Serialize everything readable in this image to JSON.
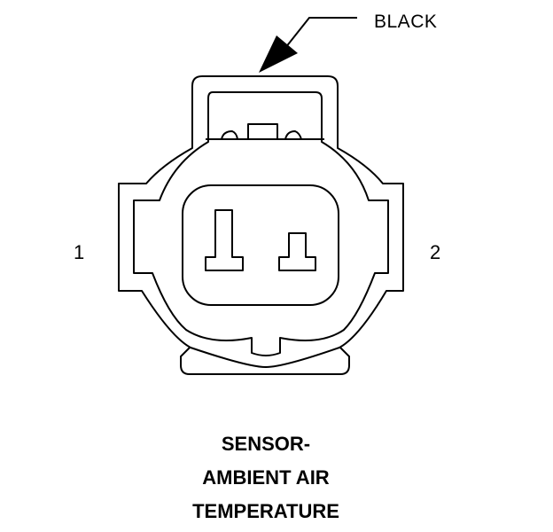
{
  "connector": {
    "color_label": "BLACK",
    "pin_labels": [
      "1",
      "2"
    ]
  },
  "caption": {
    "lines": [
      "SENSOR-",
      "AMBIENT AIR",
      "TEMPERATURE"
    ]
  },
  "colors": {
    "line": "#000000",
    "background": "#ffffff"
  }
}
